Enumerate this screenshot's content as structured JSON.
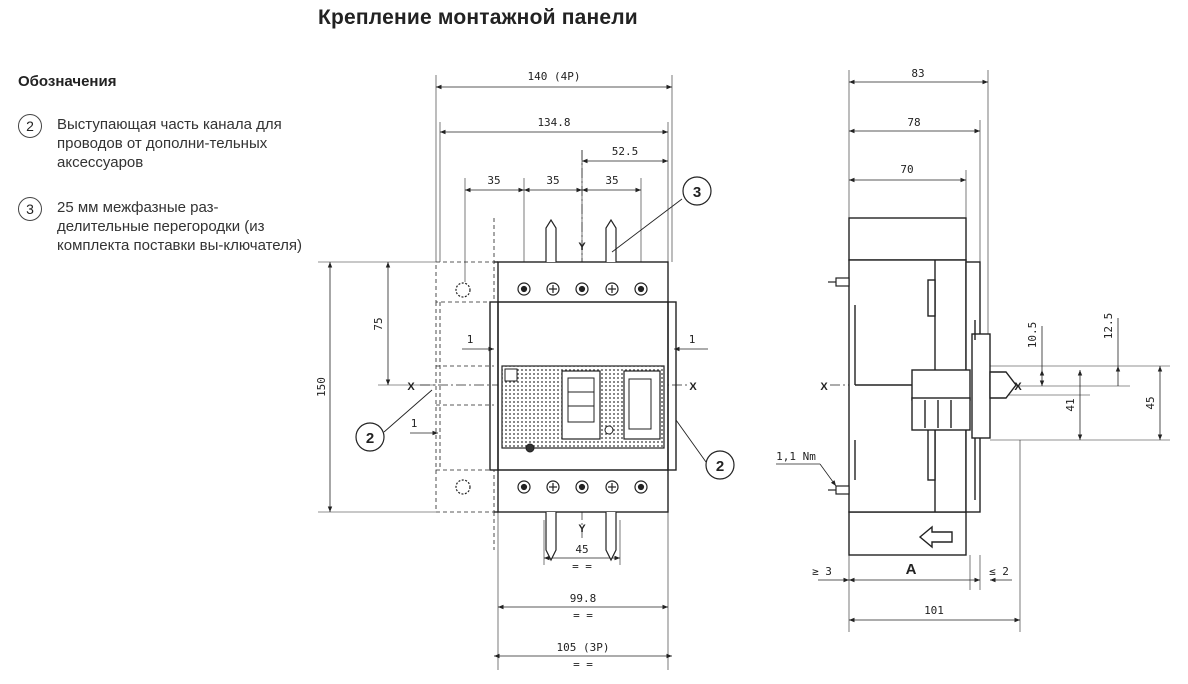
{
  "title": "Крепление монтажной панели",
  "legend": {
    "heading": "Обозначения",
    "items": [
      {
        "num": "2",
        "text": "Выступающая часть канала для проводов от дополни-тельных аксессуаров"
      },
      {
        "num": "3",
        "text": "25 мм межфазные раз-делительные перегородки (из комплекта поставки вы-ключателя)"
      }
    ]
  },
  "front_view": {
    "dimensions": {
      "width_4p": "140 (4P)",
      "width_134": "134.8",
      "offset_52": "52.5",
      "pitch_1": "35",
      "pitch_2": "35",
      "pitch_3": "35",
      "height_150": "150",
      "height_75": "75",
      "gap_left": "1",
      "gap_right": "1",
      "gap_lower": "1",
      "bottom_45": "45",
      "bottom_45_eq": "= =",
      "width_99": "99.8",
      "width_99_eq": "= =",
      "width_3p": "105 (3P)",
      "width_3p_eq": "= ="
    },
    "axis_labels": {
      "x_left": "X",
      "x_right": "X",
      "y_top": "Y",
      "y_bottom": "Y"
    },
    "callouts": {
      "partition": "3",
      "duct_left": "2",
      "duct_right": "2"
    }
  },
  "side_view": {
    "dimensions": {
      "depth_83": "83",
      "depth_78": "78",
      "depth_70": "70",
      "dim_10_5": "10.5",
      "dim_12_5": "12.5",
      "dim_41": "41",
      "dim_45": "45",
      "ge3": "≥ 3",
      "le2": "≤ 2",
      "label_a": "A",
      "depth_101": "101",
      "torque": "1,1 Nm"
    },
    "axis_labels": {
      "x_left": "X",
      "x_right": "X"
    }
  }
}
